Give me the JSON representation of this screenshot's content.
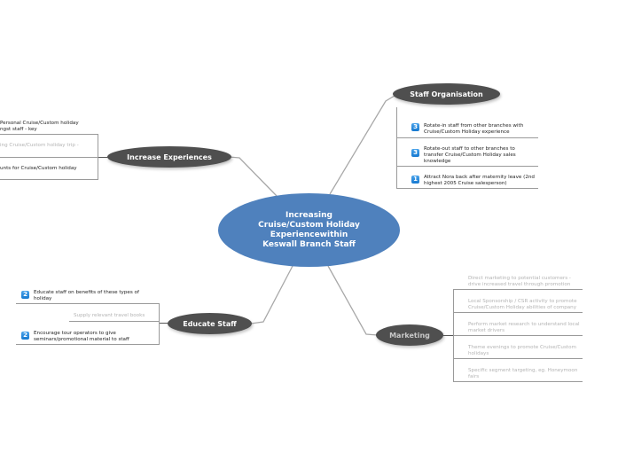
{
  "central": {
    "lines": [
      "Increasing",
      "Cruise/Custom Holiday",
      "Experiencewithin",
      "Keswall Branch Staff"
    ]
  },
  "branches": {
    "staff_organisation": {
      "label": "Staff Organisation",
      "items": [
        {
          "priority": "3",
          "text": "Rotate-in staff from other branches with Cruise/Custom Holiday experience"
        },
        {
          "priority": "3",
          "text": "Rotate-out staff to other branches to transfer Cruise/Custom Holiday sales knowledge"
        },
        {
          "priority": "1",
          "text": "Attract Nora back after maternity leave (2nd highest 2005 Cruise salesperson)"
        }
      ]
    },
    "increase_experiences": {
      "label": "Increase Experiences",
      "items": [
        {
          "text": "Personal Cruise/Custom holiday ngst staff - key",
          "muted": false
        },
        {
          "text": "ing Cruise/Custom holiday trip -",
          "muted": true
        },
        {
          "text": "unts for Cruise/Custom holiday",
          "muted": false
        }
      ]
    },
    "educate_staff": {
      "label": "Educate Staff",
      "items": [
        {
          "priority": "2",
          "text": "Educate staff on benefits of these types of holiday",
          "muted": false
        },
        {
          "priority": "",
          "text": "Supply relevant travel books",
          "muted": true
        },
        {
          "priority": "2",
          "text": "Encourage tour operators to give seminars/promotional material to staff",
          "muted": false
        }
      ]
    },
    "marketing": {
      "label": "Marketing",
      "items": [
        {
          "text": "Direct marketing to potential customers - drive increased travel through promotion"
        },
        {
          "text": "Local Sponsorship / CSR activity to promote Cruise/Custom Holiday abilities of company"
        },
        {
          "text": "Perform market research to understand local market drivers"
        },
        {
          "text": "Theme evenings to promote Cruise/Custom holidays"
        },
        {
          "text": "Specific segment targeting, eg. Honeymoon fairs"
        }
      ]
    }
  },
  "colors": {
    "central": "#4f81bd",
    "topic": "#4f4f4f",
    "badge": "#1f86dc",
    "muted_text": "#b4b4b4"
  }
}
